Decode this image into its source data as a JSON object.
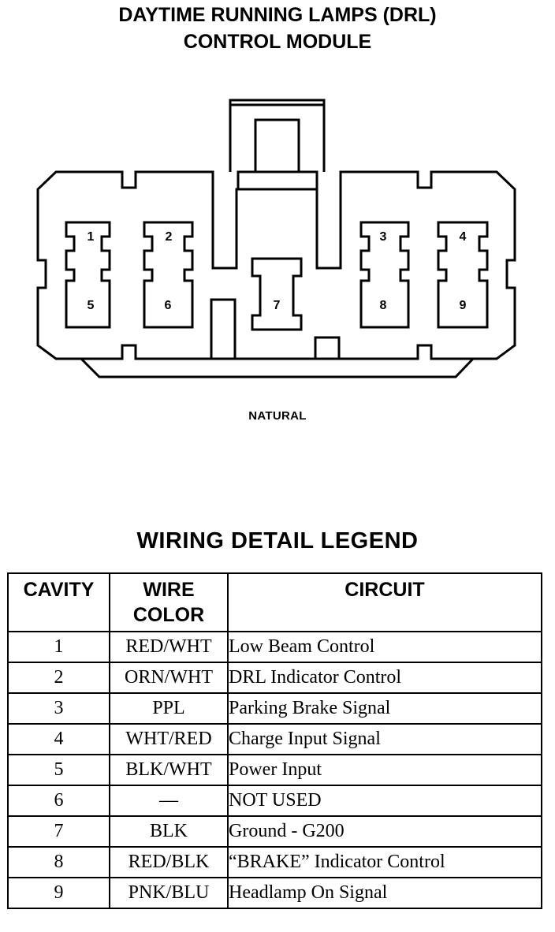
{
  "header": {
    "title_line1": "DAYTIME RUNNING LAMPS (DRL)",
    "title_line2": "CONTROL MODULE"
  },
  "connector": {
    "color_label": "NATURAL",
    "cavities": [
      "1",
      "2",
      "3",
      "4",
      "5",
      "6",
      "7",
      "8",
      "9"
    ]
  },
  "legend": {
    "title": "WIRING DETAIL LEGEND",
    "headers": {
      "cavity": "CAVITY",
      "wire_color_line1": "WIRE",
      "wire_color_line2": "COLOR",
      "circuit": "CIRCUIT"
    },
    "rows": [
      {
        "cavity": "1",
        "color": "RED/WHT",
        "circuit": "Low Beam Control"
      },
      {
        "cavity": "2",
        "color": "ORN/WHT",
        "circuit": "DRL Indicator Control"
      },
      {
        "cavity": "3",
        "color": "PPL",
        "circuit": "Parking Brake Signal"
      },
      {
        "cavity": "4",
        "color": "WHT/RED",
        "circuit": "Charge Input Signal"
      },
      {
        "cavity": "5",
        "color": "BLK/WHT",
        "circuit": "Power Input"
      },
      {
        "cavity": "6",
        "color": "—",
        "circuit": "NOT USED"
      },
      {
        "cavity": "7",
        "color": "BLK",
        "circuit": "Ground - G200"
      },
      {
        "cavity": "8",
        "color": "RED/BLK",
        "circuit": "“BRAKE” Indicator Control"
      },
      {
        "cavity": "9",
        "color": "PNK/BLU",
        "circuit": "Headlamp On Signal"
      }
    ]
  }
}
